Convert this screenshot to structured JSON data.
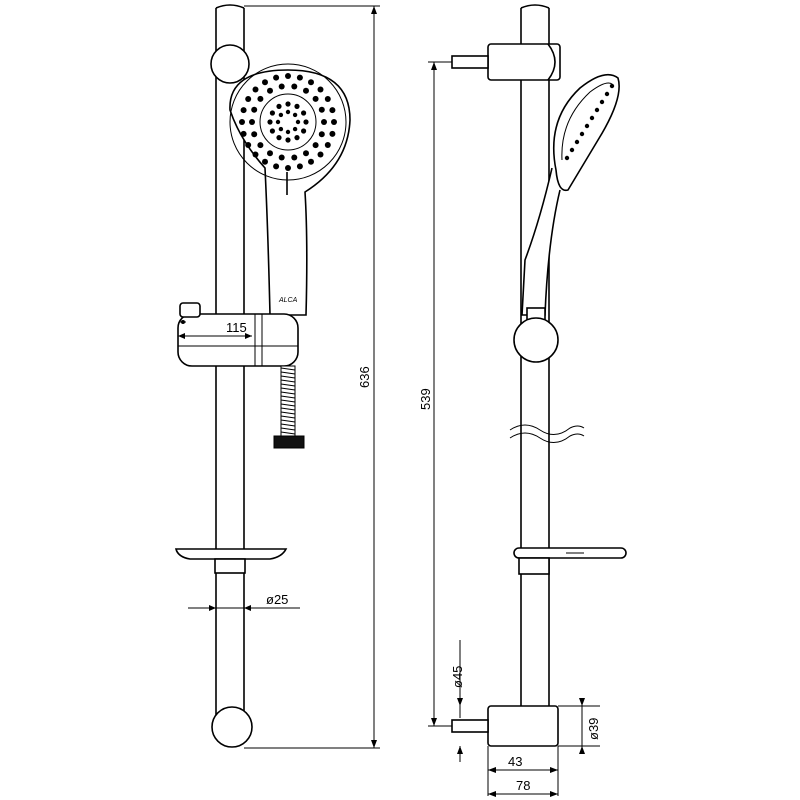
{
  "drawing": {
    "front_view": {
      "dim_width": "115",
      "dim_height": "636",
      "dim_diameter": "ø25",
      "brand_mark": "ALCA"
    },
    "side_view": {
      "dim_height": "539",
      "dim_bracket_diameter": "ø45",
      "dim_base_diameter": "ø39",
      "dim_depth_small": "43",
      "dim_depth_large": "78"
    },
    "line_color": "#000000",
    "background": "#ffffff"
  }
}
